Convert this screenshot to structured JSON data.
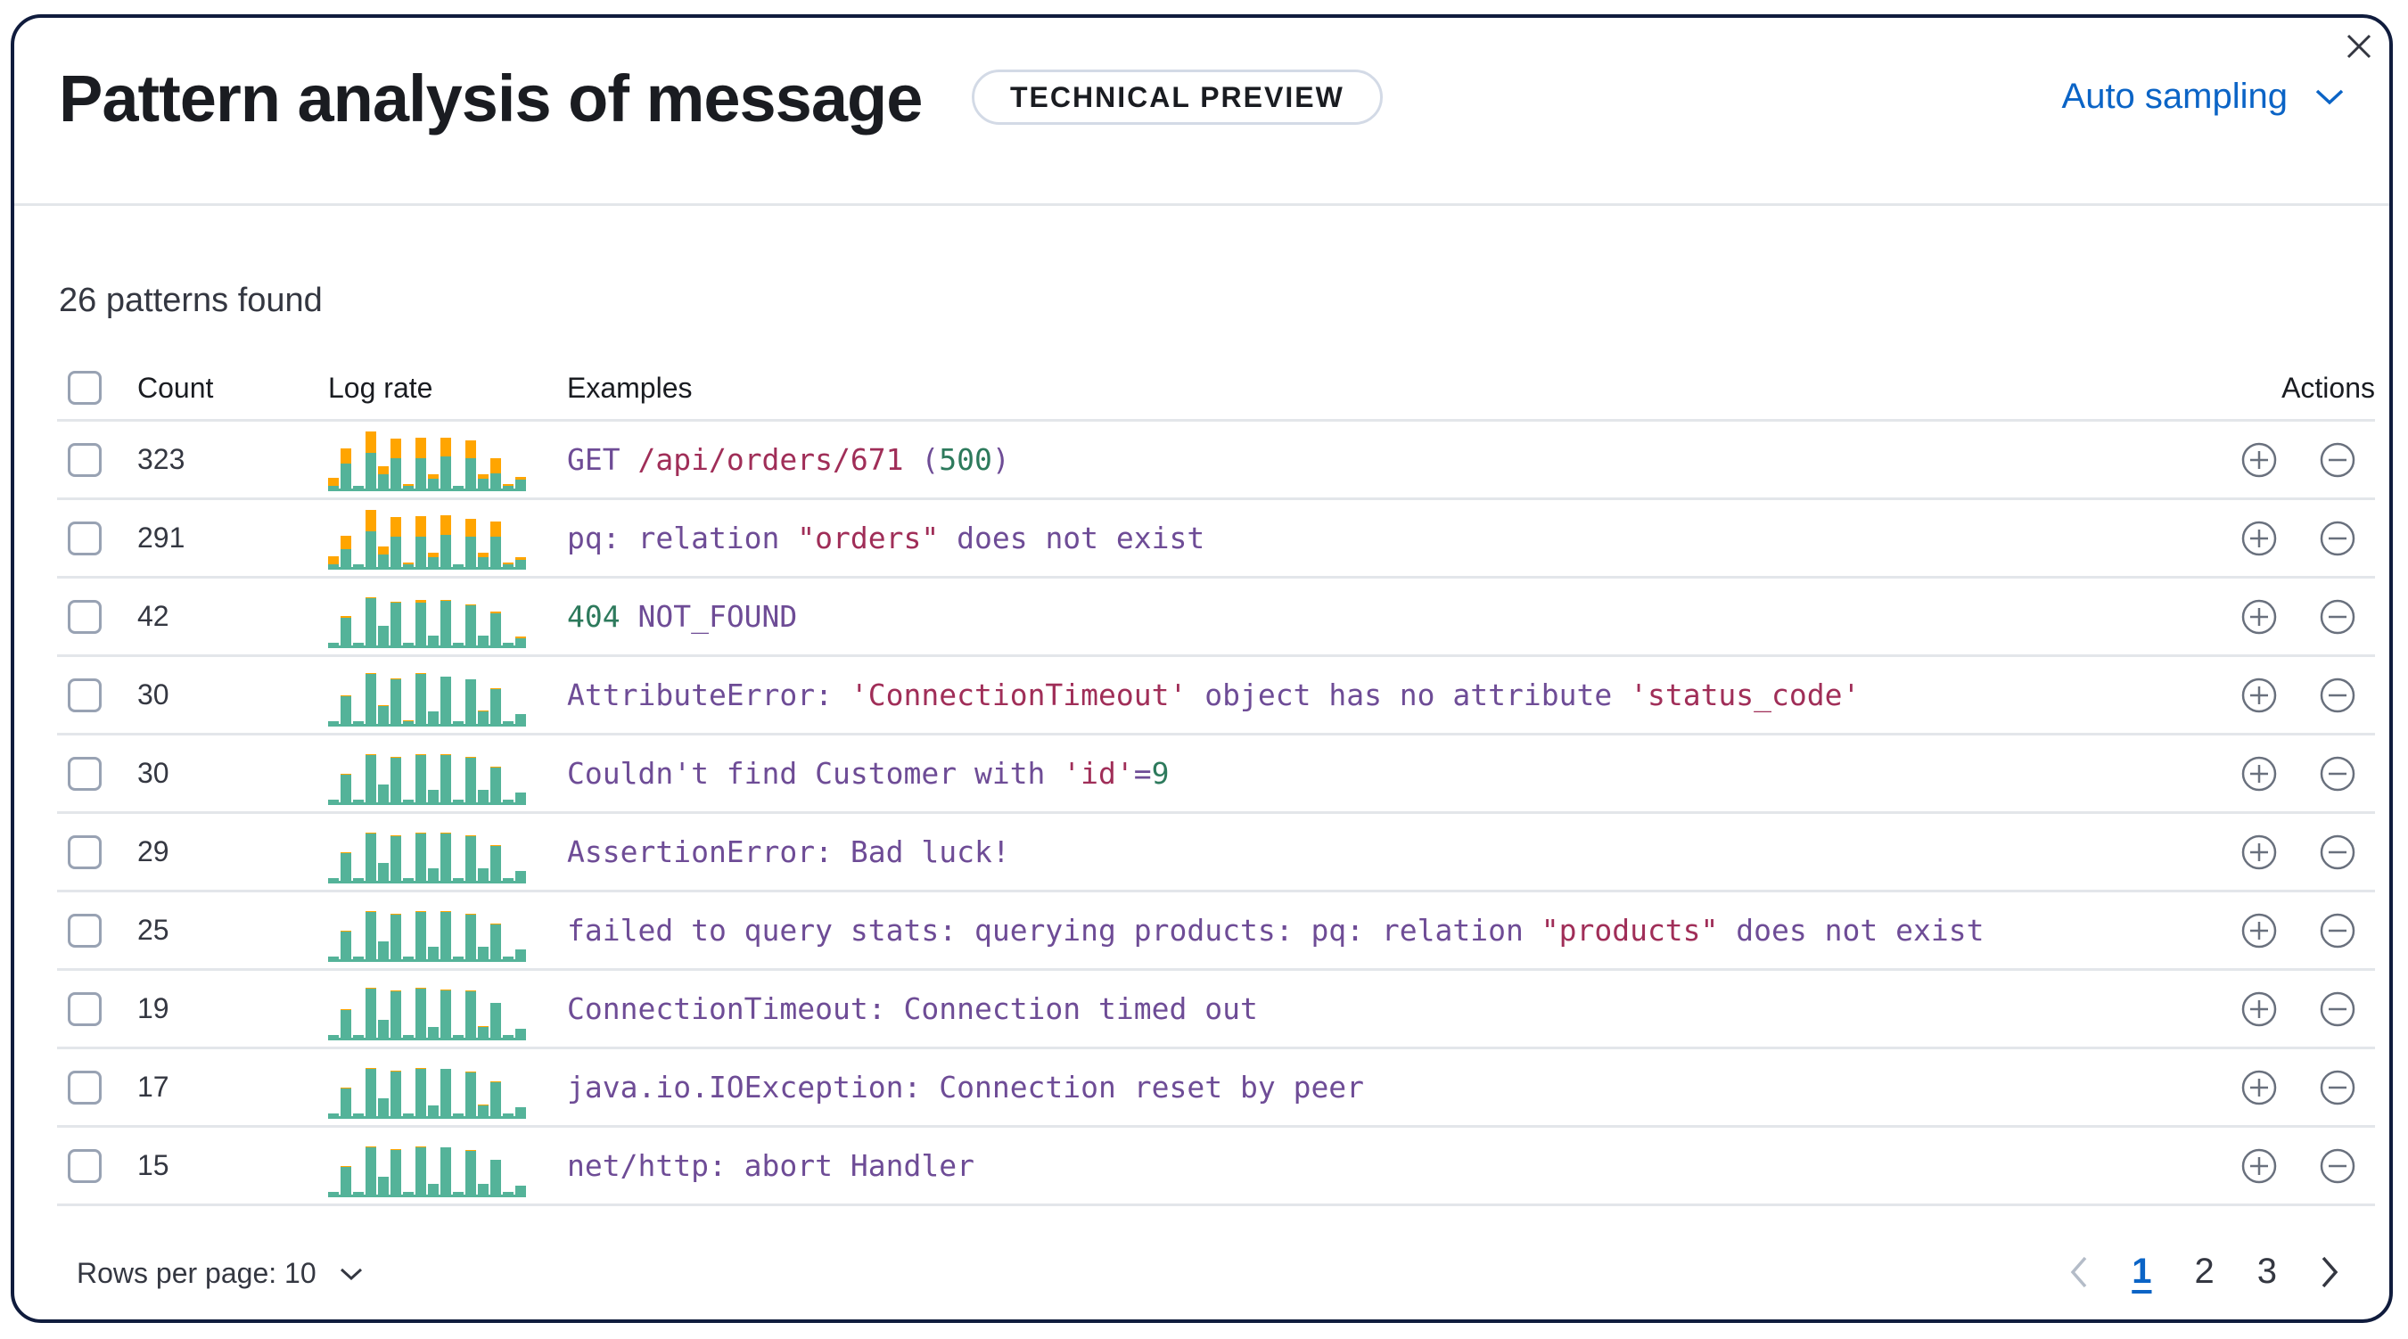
{
  "header": {
    "title": "Pattern analysis of message",
    "badge": "TECHNICAL PREVIEW",
    "sampling_label": "Auto sampling",
    "close_icon": "close-icon",
    "sampling_icon": "chevron-down-icon"
  },
  "summary": "26 patterns found",
  "table": {
    "columns": {
      "count": "Count",
      "log_rate": "Log rate",
      "examples": "Examples",
      "actions": "Actions"
    },
    "rows": [
      {
        "count": "323",
        "example": [
          {
            "t": "GET ",
            "c": "p"
          },
          {
            "t": "/api/orders/671",
            "c": "r"
          },
          {
            "t": " (",
            "c": "p"
          },
          {
            "t": "500",
            "c": "g"
          },
          {
            "t": ")",
            "c": "p"
          }
        ],
        "orange": [
          0.3,
          0.55,
          0,
          0.8,
          0.3,
          0.72,
          0.05,
          0.75,
          0.15,
          0.7,
          0,
          0.68,
          0.15,
          0.55,
          0.05,
          0.1
        ],
        "green": [
          0.05,
          0.5,
          0.05,
          0.72,
          0.28,
          0.6,
          0.05,
          0.6,
          0.2,
          0.65,
          0.05,
          0.6,
          0.2,
          0.3,
          0.05,
          0.18
        ]
      },
      {
        "count": "291",
        "example": [
          {
            "t": "pq: relation ",
            "c": "p"
          },
          {
            "t": "\"orders\"",
            "c": "r"
          },
          {
            "t": " does not exist",
            "c": "p"
          }
        ],
        "orange": [
          0.3,
          0.5,
          0,
          0.8,
          0.3,
          0.73,
          0.05,
          0.78,
          0.15,
          0.73,
          0,
          0.68,
          0.15,
          0.55,
          0.05,
          0.1
        ],
        "green": [
          0.05,
          0.35,
          0.05,
          0.72,
          0.25,
          0.6,
          0.05,
          0.6,
          0.2,
          0.65,
          0.05,
          0.6,
          0.2,
          0.6,
          0.05,
          0.15
        ]
      },
      {
        "count": "42",
        "example": [
          {
            "t": "404",
            "c": "g"
          },
          {
            "t": " NOT_FOUND",
            "c": "p"
          }
        ],
        "orange": [
          0,
          0.05,
          0,
          0.03,
          0,
          0.04,
          0,
          0.1,
          0,
          0.03,
          0,
          0.04,
          0,
          0.06,
          0,
          0.05
        ],
        "green": [
          0.05,
          0.55,
          0.05,
          0.95,
          0.4,
          0.85,
          0.05,
          0.85,
          0.2,
          0.9,
          0.05,
          0.8,
          0.2,
          0.65,
          0.05,
          0.15
        ]
      },
      {
        "count": "30",
        "example": [
          {
            "t": "AttributeError: ",
            "c": "p"
          },
          {
            "t": "'ConnectionTimeout'",
            "c": "r"
          },
          {
            "t": " object has no attribute ",
            "c": "p"
          },
          {
            "t": "'status_code'",
            "c": "r"
          }
        ],
        "orange": [
          0,
          0.04,
          0,
          0.03,
          0.03,
          0.03,
          0.02,
          0.03,
          0,
          0,
          0,
          0,
          0.03,
          0.04,
          0,
          0
        ],
        "green": [
          0.05,
          0.55,
          0.05,
          1,
          0.35,
          0.9,
          0.05,
          1,
          0.25,
          0.95,
          0.05,
          0.9,
          0.25,
          0.7,
          0.05,
          0.2
        ]
      },
      {
        "count": "30",
        "example": [
          {
            "t": "Couldn't find Customer with ",
            "c": "p"
          },
          {
            "t": "'id'",
            "c": "r"
          },
          {
            "t": "=",
            "c": "p"
          },
          {
            "t": "9",
            "c": "g"
          }
        ],
        "orange": [
          0,
          0.03,
          0,
          0.03,
          0,
          0.03,
          0,
          0.03,
          0,
          0.03,
          0,
          0.03,
          0,
          0.03,
          0,
          0
        ],
        "green": [
          0.05,
          0.55,
          0.05,
          0.95,
          0.35,
          0.9,
          0.05,
          0.95,
          0.25,
          0.95,
          0.05,
          0.9,
          0.25,
          0.7,
          0.05,
          0.2
        ]
      },
      {
        "count": "29",
        "example": [
          {
            "t": "AssertionError: Bad luck!",
            "c": "p"
          }
        ],
        "orange": [
          0,
          0.03,
          0,
          0.03,
          0,
          0.03,
          0,
          0.03,
          0,
          0.03,
          0,
          0.03,
          0,
          0.03,
          0,
          0
        ],
        "green": [
          0.05,
          0.55,
          0.05,
          0.95,
          0.35,
          0.9,
          0.05,
          0.95,
          0.25,
          0.95,
          0.05,
          0.9,
          0.25,
          0.7,
          0.05,
          0.2
        ]
      },
      {
        "count": "25",
        "example": [
          {
            "t": "failed to query stats: querying products: pq: relation ",
            "c": "p"
          },
          {
            "t": "\"products\"",
            "c": "r"
          },
          {
            "t": " does not exist",
            "c": "p"
          }
        ],
        "orange": [
          0,
          0.03,
          0,
          0.03,
          0,
          0.03,
          0,
          0.03,
          0,
          0.03,
          0,
          0.03,
          0,
          0.03,
          0,
          0
        ],
        "green": [
          0.05,
          0.55,
          0.05,
          0.95,
          0.35,
          0.9,
          0.05,
          0.95,
          0.25,
          0.95,
          0.05,
          0.9,
          0.25,
          0.7,
          0.05,
          0.2
        ]
      },
      {
        "count": "19",
        "example": [
          {
            "t": "ConnectionTimeout: Connection timed out",
            "c": "p"
          }
        ],
        "orange": [
          0,
          0.02,
          0,
          0.03,
          0,
          0.02,
          0,
          0.03,
          0,
          0.02,
          0,
          0.03,
          0.03,
          0,
          0,
          0
        ],
        "green": [
          0.05,
          0.55,
          0.05,
          0.98,
          0.35,
          0.92,
          0.05,
          0.98,
          0.22,
          0.95,
          0.05,
          0.92,
          0.22,
          0.7,
          0.05,
          0.18
        ]
      },
      {
        "count": "17",
        "example": [
          {
            "t": "java.io.IOException: Connection reset by peer",
            "c": "p"
          }
        ],
        "orange": [
          0,
          0.02,
          0,
          0.04,
          0,
          0.02,
          0,
          0.03,
          0,
          0,
          0,
          0.03,
          0.03,
          0.03,
          0,
          0
        ],
        "green": [
          0.05,
          0.55,
          0.05,
          0.95,
          0.35,
          0.9,
          0.05,
          0.95,
          0.22,
          0.95,
          0.05,
          0.88,
          0.22,
          0.68,
          0.05,
          0.18
        ]
      },
      {
        "count": "15",
        "example": [
          {
            "t": "net/http: abort Handler",
            "c": "p"
          }
        ],
        "orange": [
          0,
          0.04,
          0,
          0.03,
          0,
          0.02,
          0,
          0.04,
          0,
          0,
          0,
          0.02,
          0,
          0,
          0,
          0
        ],
        "green": [
          0.05,
          0.55,
          0.05,
          0.95,
          0.35,
          0.9,
          0.05,
          0.95,
          0.22,
          0.95,
          0.05,
          0.88,
          0.22,
          0.7,
          0.05,
          0.18
        ]
      }
    ]
  },
  "footer": {
    "rows_per_page": "Rows per page: 10",
    "pages": [
      "1",
      "2",
      "3"
    ],
    "active_page": "1"
  },
  "colors": {
    "accent": "#0b64c6",
    "spark_green": "#54b399",
    "spark_orange": "#ffa500",
    "code_purple": "#6e4c96",
    "code_red": "#a02e58",
    "code_green": "#2d7a5c",
    "border": "#101c3d"
  }
}
